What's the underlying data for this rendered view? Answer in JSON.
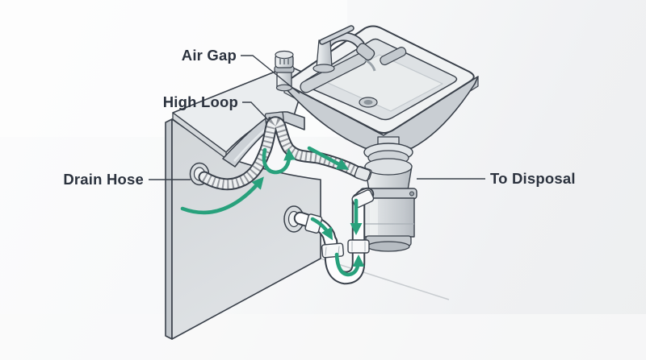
{
  "diagram": {
    "subject": "dishwasher-drain-plumbing-under-kitchen-sink",
    "labels": {
      "air_gap": "Air Gap",
      "high_loop": "High Loop",
      "drain_hose": "Drain Hose",
      "to_disposal": "To Disposal"
    },
    "parts": [
      "kitchen-sink",
      "faucet",
      "sprayer",
      "air-gap-device",
      "countertop",
      "cabinet-panel",
      "dishwasher-drain-hose",
      "high-loop-clamp",
      "garbage-disposal",
      "p-trap",
      "wall-drain-flange"
    ],
    "colors": {
      "flow_arrow": "#28a17c",
      "outline": "#39404a",
      "label_text": "#2b323e",
      "cabinet_gray": "#d7dade",
      "counter_gray": "#eaedef",
      "pipe_white": "#fdfdfe",
      "steel_light": "#f2f4f5",
      "steel_dark": "#b6bcc2",
      "background": "#f5f6f7"
    }
  }
}
